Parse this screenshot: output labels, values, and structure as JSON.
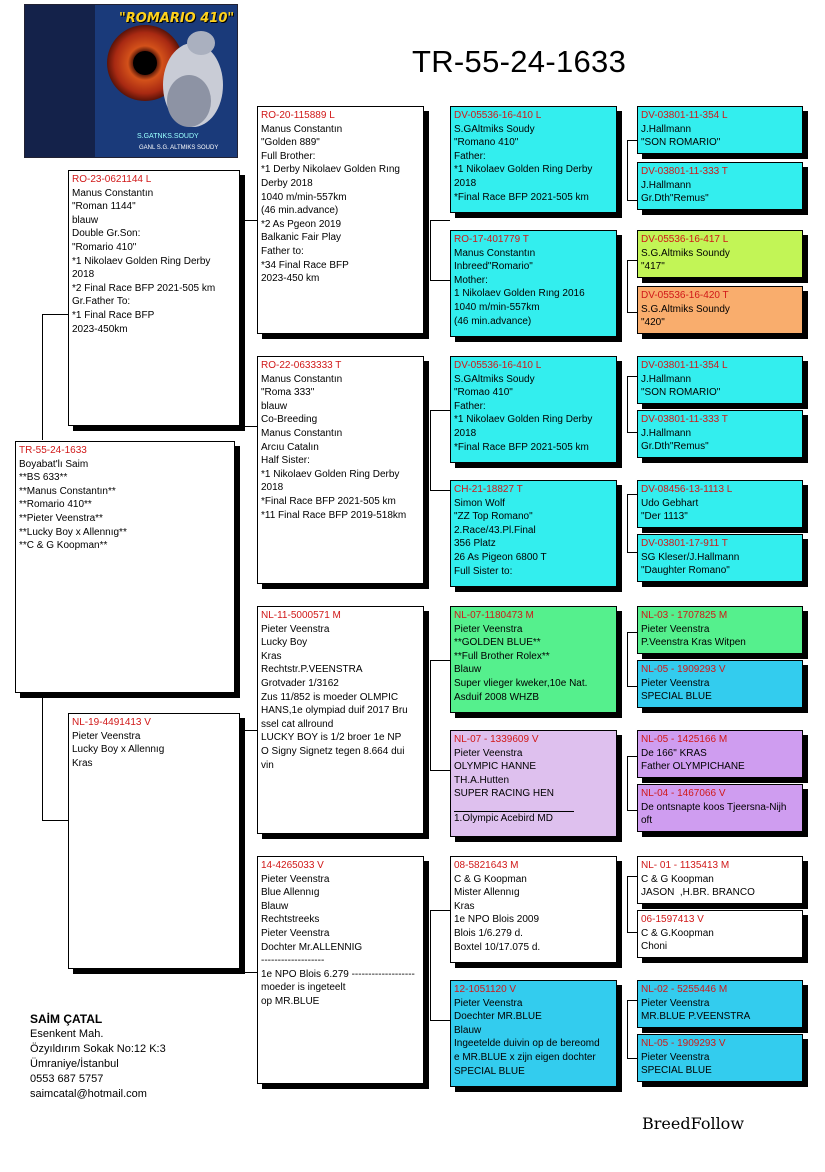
{
  "header": {
    "title": "TR-55-24-1633",
    "photo": {
      "title": "\"ROMARIO 410\"",
      "caption1": "S.GATNKS.SOUDY",
      "caption2": "GANL S.G. ALTMIKS SOUDY"
    }
  },
  "owner": {
    "name": "SAİM ÇATAL",
    "address1": "Esenkent Mah.",
    "address2": "Özyıldırım Sokak No:12 K:3",
    "address3": "Ümraniye/İstanbul",
    "phone": "0553 687 5757",
    "email": "saimcatal@hotmail.com"
  },
  "brand": "BreedFollow",
  "colors": {
    "ring": "#d01818",
    "cyan": "#33eeee",
    "lime": "#c2f556",
    "orange": "#f9ad6d",
    "green": "#55f08d",
    "lavender": "#dec0ee",
    "violet": "#cf9df0",
    "blue": "#33ccee",
    "white": "#ffffff"
  },
  "pigeons": {
    "subject": {
      "ring": "TR-55-24-1633",
      "lines": [
        "Boyabat'lı Saim",
        "**BS 633**",
        "**Manus Constantın**",
        "**Romario 410**",
        "**Pieter Veenstra**",
        "**Lucky Boy x Allennıg**",
        "**C & G Koopman**"
      ]
    },
    "sire": {
      "ring": "RO-23-0621144 L",
      "lines": [
        "Manus Constantın",
        "\"Roman 1144\"",
        "blauw",
        "Double Gr.Son:",
        "\"Romario 410\"",
        "*1 Nikolaev Golden Ring Derby",
        "2018",
        "*2 Final Race BFP 2021-505 km",
        "Gr.Father To:",
        "*1 Final Race BFP",
        "2023-450km"
      ]
    },
    "dam": {
      "ring": "NL-19-4491413 V",
      "lines": [
        "Pieter Veenstra",
        "Lucky Boy x Allennıg",
        "Kras"
      ]
    },
    "ss": {
      "ring": "RO-20-115889 L",
      "lines": [
        "Manus Constantın",
        "\"Golden 889\"",
        "Full Brother:",
        "*1 Derby Nikolaev Golden Rıng",
        "Derby 2018",
        "1040 m/min-557km",
        "(46 min.advance)",
        "*2 As Pgeon 2019",
        "Balkanic Fair Play",
        "Father to:",
        "*34 Final Race BFP",
        "2023-450 km"
      ]
    },
    "sd": {
      "ring": "RO-22-0633333 T",
      "lines": [
        "Manus Constantın",
        "\"Roma 333\"",
        "blauw",
        "Co-Breeding",
        "Manus Constantın",
        "Arcıu Catalın",
        "Half Sister:",
        "*1 Nikolaev Golden Ring Derby",
        "2018",
        "*Final Race BFP 2021-505 km",
        "*11 Final Race BFP 2019-518km"
      ]
    },
    "ds": {
      "ring": "NL-11-5000571 M",
      "lines": [
        "Pieter Veenstra",
        "Lucky Boy",
        "Kras",
        "Rechtstr.P.VEENSTRA",
        "Grotvader 1/3162",
        "Zus 11/852 is moeder OLMPIC",
        "HANS,1e olympiad duif 2017 Bru",
        "ssel cat allround",
        "LUCKY BOY is 1/2 broer 1e NP",
        "O Signy Signetz tegen 8.664 dui",
        "vin"
      ]
    },
    "dd": {
      "ring": "14-4265033 V",
      "lines": [
        "Pieter Veenstra",
        "Blue Allennıg",
        "Blauw",
        "Rechtstreeks",
        "Pieter Veenstra",
        "Dochter Mr.ALLENNIG",
        "-------------------",
        "1e NPO Blois 6.279 -------------------",
        "moeder is ingeteelt",
        "op MR.BLUE"
      ]
    },
    "sss": {
      "ring": "DV-05536-16-410 L",
      "lines": [
        "S.GAltmiks Soudy",
        "\"Romano 410\"",
        "Father:",
        "*1 Nikolaev Golden Ring Derby",
        "2018",
        "*Final Race BFP 2021-505 km"
      ]
    },
    "ssd": {
      "ring": "RO-17-401779 T",
      "lines": [
        "Manus Constantın",
        "Inbreed\"Romario\"",
        "Mother:",
        "1 Nikolaev Golden Rıng 2016",
        "1040 m/min-557km",
        "(46 min.advance)"
      ]
    },
    "sds": {
      "ring": "DV-05536-16-410 L",
      "lines": [
        "S.GAltmiks Soudy",
        "\"Romao 410\"",
        "Father:",
        "*1 Nikolaev Golden Ring Derby",
        "2018",
        "*Final Race BFP 2021-505 km"
      ]
    },
    "sdd": {
      "ring": "CH-21-18827 T",
      "lines": [
        "Simon Wolf",
        "\"ZZ Top Romano\"",
        "2.Race/43.Pl.Final",
        "356 Platz",
        "26 As Pigeon 6800 T",
        "Full Sister to:"
      ]
    },
    "dss": {
      "ring": "NL-07-1180473 M",
      "lines": [
        "Pieter Veenstra",
        "**GOLDEN BLUE**",
        "**Full Brother Rolex**",
        "Blauw",
        "Super vlieger kweker,10e Nat.",
        "Asduif 2008 WHZB"
      ]
    },
    "dsd": {
      "ring": "NL-07 - 1339609 V",
      "lines": [
        "Pieter Veenstra",
        "OLYMPIC HANNE",
        "TH.A.Hutten",
        "SUPER RACING HEN",
        "",
        "1.Olympic Acebird MD"
      ]
    },
    "dds": {
      "ring": "08-5821643 M",
      "lines": [
        "C & G Koopman",
        "Mister Allennıg",
        "Kras",
        "1e NPO Blois 2009",
        "Blois 1/6.279 d.",
        "Boxtel 10/17.075 d."
      ]
    },
    "ddd": {
      "ring": "12-1051120 V",
      "lines": [
        "Pieter Veenstra",
        "Doechter MR.BLUE",
        "Blauw",
        "Ingeetelde duivin op de bereomd",
        "e MR.BLUE x zijn eigen dochter",
        "SPECIAL BLUE"
      ]
    },
    "g1": {
      "ring": "DV-03801-11-354 L",
      "lines": [
        "J.Hallmann",
        "\"SON ROMARIO\""
      ]
    },
    "g2": {
      "ring": "DV-03801-11-333 T",
      "lines": [
        "J.Hallmann",
        "Gr.Dth\"Remus\""
      ]
    },
    "g3": {
      "ring": "DV-05536-16-417 L",
      "lines": [
        "S.G.Altmiks Soundy",
        "\"417\""
      ]
    },
    "g4": {
      "ring": "DV-05536-16-420 T",
      "lines": [
        "S.G.Altmiks Soundy",
        "\"420\""
      ]
    },
    "g5": {
      "ring": "DV-03801-11-354 L",
      "lines": [
        "J.Hallmann",
        "\"SON ROMARIO\""
      ]
    },
    "g6": {
      "ring": "DV-03801-11-333 T",
      "lines": [
        "J.Hallmann",
        "Gr.Dth\"Remus\""
      ]
    },
    "g7": {
      "ring": "DV-08456-13-1113 L",
      "lines": [
        "Udo Gebhart",
        "\"Der 1113\""
      ]
    },
    "g8": {
      "ring": "DV-03801-17-911 T",
      "lines": [
        "SG Kleser/J.Hallmann",
        "\"Daughter Romano\""
      ]
    },
    "g9": {
      "ring": "NL-03 - 1707825 M",
      "lines": [
        "Pieter Veenstra",
        "P.Veenstra Kras Witpen"
      ]
    },
    "g10": {
      "ring": "NL-05 - 1909293 V",
      "lines": [
        "Pieter Veenstra",
        "SPECIAL BLUE"
      ]
    },
    "g11": {
      "ring": "NL-05 - 1425166 M",
      "lines": [
        "De 166\" KRAS",
        "Father OLYMPICHANE"
      ]
    },
    "g12": {
      "ring": "NL-04 - 1467066 V",
      "lines": [
        "De ontsnapte koos Tjeersna-Nijh",
        "oft"
      ]
    },
    "g13": {
      "ring": "NL- 01 - 1135413 M",
      "lines": [
        "C & G Koopman",
        "JASON  ,H.BR. BRANCO"
      ]
    },
    "g14": {
      "ring": "06-1597413 V",
      "lines": [
        "C & G.Koopman",
        "Choni"
      ]
    },
    "g15": {
      "ring": "NL-02 - 5255446 M",
      "lines": [
        "Pieter Veenstra",
        "MR.BLUE P.VEENSTRA"
      ]
    },
    "g16": {
      "ring": "NL-05 - 1909293 V",
      "lines": [
        "Pieter Veenstra",
        "SPECIAL BLUE"
      ]
    }
  }
}
